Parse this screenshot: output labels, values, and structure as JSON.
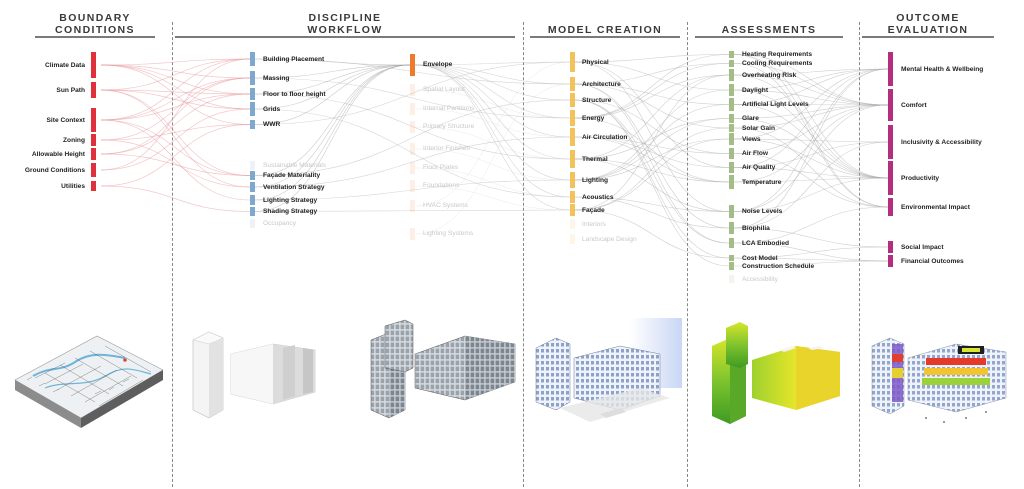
{
  "headers": {
    "boundary": [
      "BOUNDARY",
      "CONDITIONS"
    ],
    "discipline": [
      "DISCIPLINE",
      "WORKFLOW"
    ],
    "model": [
      "MODEL CREATION"
    ],
    "assessments": [
      "ASSESSMENTS"
    ],
    "outcome": [
      "OUTCOME",
      "EVALUATION"
    ]
  },
  "colors": {
    "boundary": "#e0303c",
    "discipline": "#7fa8cf",
    "envelope": "#ee7a2e",
    "model": "#f4c25a",
    "assessments": "#a4bc86",
    "outcome": "#b32e7e"
  },
  "boundary_conditions": [
    "Climate Data",
    "Sun Path",
    "Site Context",
    "Zoning",
    "Allowable Height",
    "Ground Conditions",
    "Utilities"
  ],
  "discipline_workflow": {
    "primary": [
      "Building Placement",
      "Massing",
      "Floor to floor height",
      "Grids",
      "WWR"
    ],
    "secondary": [
      "Façade Materiality",
      "Ventilation Strategy",
      "Lighting Strategy",
      "Shading Strategy"
    ],
    "envelope": "Envelope",
    "faded_left": [
      "Sustainable Materials",
      "Occupancy"
    ],
    "faded_right": [
      "Spatial Layout",
      "Internal Partitions",
      "Primary Structure",
      "Interior Finishes",
      "Floor Plates",
      "Foundations",
      "HVAC Systems",
      "Lighting Systems"
    ]
  },
  "model_creation": [
    "Physical",
    "Architecture",
    "Structure",
    "Energy",
    "Air Circulation",
    "Thermal",
    "Lighting",
    "Acoustics",
    "Façade"
  ],
  "model_creation_faded": [
    "Interiors",
    "Landscape Design"
  ],
  "assessments": [
    "Heating Requirements",
    "Cooling Requirements",
    "Overheating Risk",
    "Daylight",
    "Artificial Light Levels",
    "Glare",
    "Solar Gain",
    "Views",
    "Air Flow",
    "Air Quality",
    "Temperature",
    "Noise Levels",
    "Biophilia",
    "LCA Embodied",
    "Cost Model",
    "Construction Schedule"
  ],
  "assessments_faded": [
    "Accessibility"
  ],
  "outcome_evaluation": [
    "Mental Health & Wellbeing",
    "Comfort",
    "Inclusivity & Accessibility",
    "Productivity",
    "Environmental Impact",
    "Social Impact",
    "Financial Outcomes"
  ],
  "images": [
    "site-terrain-image",
    "massing-white-image",
    "structure-grid-image",
    "building-model-image",
    "thermal-assessment-image",
    "outcome-heatmap-image"
  ]
}
